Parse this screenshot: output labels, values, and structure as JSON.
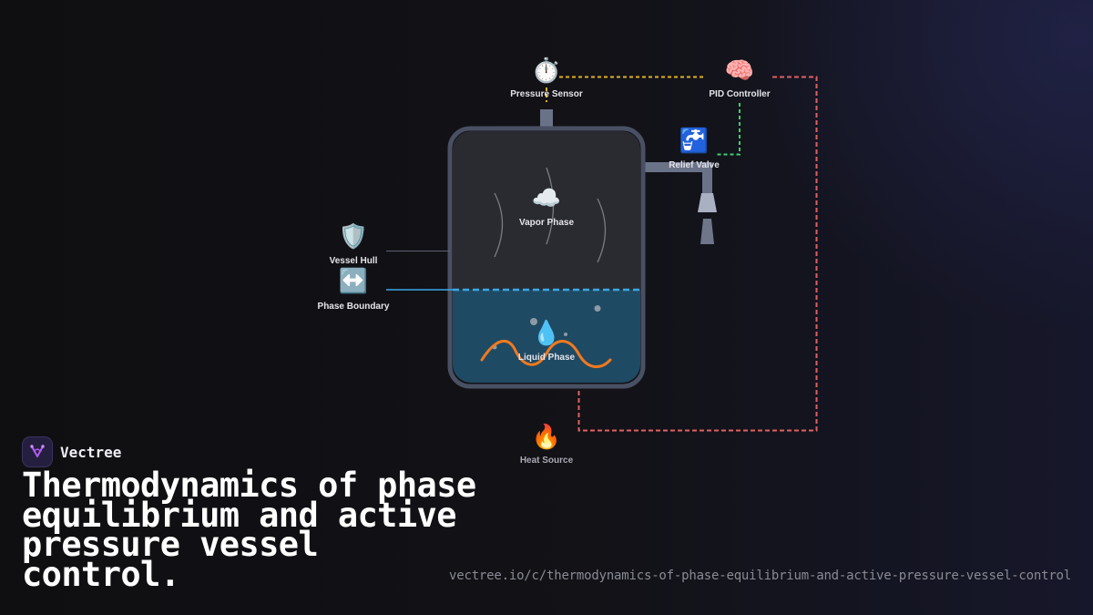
{
  "brand": {
    "name": "Vectree",
    "logo_icon": "vectree-logo-icon",
    "accent": "#b05cf0"
  },
  "title": "Thermodynamics of phase equilibrium and active pressure vessel control.",
  "url": "vectree.io/c/thermodynamics-of-phase-equilibrium-and-active-pressure-vessel-control",
  "nodes": {
    "pressure_sensor": {
      "label": "Pressure Sensor",
      "icon": "stopwatch-icon",
      "glyph": "⏱️"
    },
    "pid_controller": {
      "label": "PID Controller",
      "icon": "brain-icon",
      "glyph": "🧠"
    },
    "relief_valve": {
      "label": "Relief Valve",
      "icon": "faucet-icon",
      "glyph": "🚰"
    },
    "vapor_phase": {
      "label": "Vapor Phase",
      "icon": "cloud-icon",
      "glyph": "☁️"
    },
    "liquid_phase": {
      "label": "Liquid Phase",
      "icon": "droplet-icon",
      "glyph": "💧"
    },
    "vessel_hull": {
      "label": "Vessel Hull",
      "icon": "shield-icon",
      "glyph": "🛡️"
    },
    "phase_boundary": {
      "label": "Phase Boundary",
      "icon": "left-right-arrow-icon",
      "glyph": "↔️"
    },
    "heat_source": {
      "label": "Heat Source",
      "icon": "fire-icon",
      "glyph": "🔥"
    }
  },
  "colors": {
    "sensor_link": "#e0b020",
    "controller_valve_link": "#3ecf6e",
    "controller_heat_link": "#e06060",
    "phase_boundary": "#3aa8e8",
    "liquid": "#1f4a63",
    "vapor": "#2a2b30",
    "hull": "#4a5063",
    "heater_coil": "#f07a20"
  }
}
